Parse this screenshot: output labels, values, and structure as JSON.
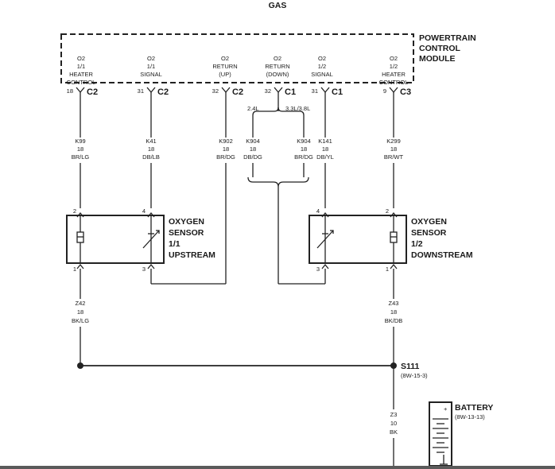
{
  "title": "GAS",
  "pcm": {
    "label": [
      "POWERTRAIN",
      "CONTROL",
      "MODULE"
    ]
  },
  "terminals": [
    {
      "lines": [
        "O2",
        "1/1",
        "HEATER",
        "CONTROL"
      ]
    },
    {
      "lines": [
        "O2",
        "1/1",
        "SIGNAL"
      ]
    },
    {
      "lines": [
        "O2",
        "RETURN",
        "(UP)"
      ]
    },
    {
      "lines": [
        "O2",
        "RETURN",
        "(DOWN)"
      ]
    },
    {
      "lines": [
        "O2",
        "1/2",
        "SIGNAL"
      ]
    },
    {
      "lines": [
        "O2",
        "1/2",
        "HEATER",
        "CONTROL"
      ]
    }
  ],
  "pcm_pins": [
    {
      "pin": "18",
      "conn": "C2"
    },
    {
      "pin": "31",
      "conn": "C2"
    },
    {
      "pin": "32",
      "conn": "C2"
    },
    {
      "pin": "32",
      "conn": "C1"
    },
    {
      "pin": "31",
      "conn": "C1"
    },
    {
      "pin": "9",
      "conn": "C3"
    }
  ],
  "engine_options": [
    "2.4L",
    "3.3L/3.8L"
  ],
  "wires": [
    {
      "circuit": "K99",
      "gauge": "18",
      "color": "BR/LG"
    },
    {
      "circuit": "K41",
      "gauge": "18",
      "color": "DB/LB"
    },
    {
      "circuit": "K902",
      "gauge": "18",
      "color": "BR/DG"
    },
    {
      "circuit": "K904",
      "gauge": "18",
      "color": "DB/DG"
    },
    {
      "circuit": "K904",
      "gauge": "18",
      "color": "BR/DG"
    },
    {
      "circuit": "K141",
      "gauge": "18",
      "color": "DB/YL"
    },
    {
      "circuit": "K299",
      "gauge": "18",
      "color": "BR/WT"
    },
    {
      "circuit": "Z42",
      "gauge": "18",
      "color": "BK/LG"
    },
    {
      "circuit": "Z43",
      "gauge": "18",
      "color": "BK/DB"
    },
    {
      "circuit": "Z3",
      "gauge": "10",
      "color": "BK"
    }
  ],
  "sensor_pins": {
    "up_top_left": "2",
    "up_top_right": "4",
    "up_bottom_left": "1",
    "up_bottom_right": "3",
    "dn_top_left": "4",
    "dn_top_right": "2",
    "dn_bottom_left": "3",
    "dn_bottom_right": "1"
  },
  "sensors": [
    {
      "label": [
        "OXYGEN",
        "SENSOR",
        "1/1",
        "UPSTREAM"
      ]
    },
    {
      "label": [
        "OXYGEN",
        "SENSOR",
        "1/2",
        "DOWNSTREAM"
      ]
    }
  ],
  "splice": {
    "name": "S111",
    "ref": "(8W-15-3)"
  },
  "battery": {
    "name": "BATTERY",
    "ref": "(8W-13-13)"
  }
}
